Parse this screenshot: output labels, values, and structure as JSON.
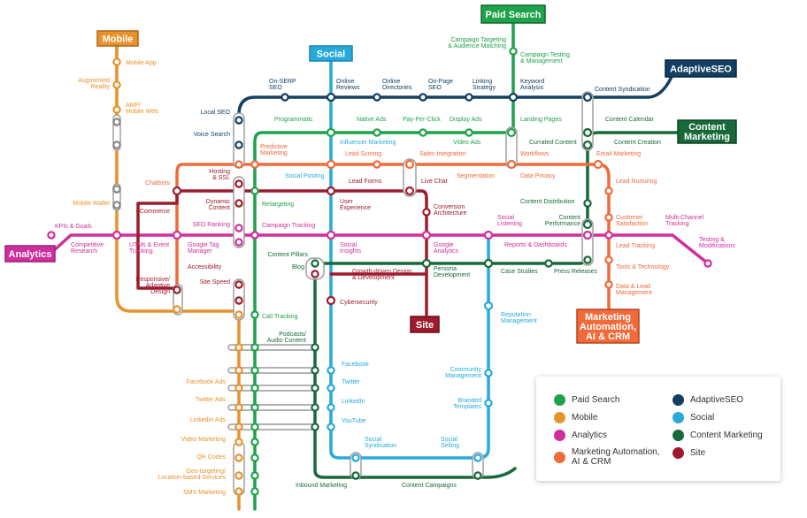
{
  "colors": {
    "paid_search": "#1fa24a",
    "mobile": "#e8922c",
    "analytics": "#cf2f9c",
    "marketing_automation": "#f06a3a",
    "adaptive_seo": "#123f63",
    "social": "#27a9dc",
    "content_marketing": "#18693a",
    "site": "#9e1b2d"
  },
  "terminals": {
    "paid_search": "Paid Search",
    "mobile": "Mobile",
    "social": "Social",
    "adaptive_seo": "AdaptiveSEO",
    "content_marketing": [
      "Content",
      "Marketing"
    ],
    "analytics": "Analytics",
    "site": "Site",
    "marketing_automation": [
      "Marketing",
      "Automation,",
      "AI & CRM"
    ]
  },
  "stations": {
    "campaign_targeting": [
      "Campaign Targeting",
      "& Audience Matching"
    ],
    "campaign_testing": [
      "Campaign Testing",
      "& Management"
    ],
    "mobile_app": "Mobile App",
    "augmented_reality": [
      "Augmented",
      "Reality"
    ],
    "amp": [
      "AMP/",
      "Mobile Web"
    ],
    "on_serp_seo": [
      "On-SERP",
      "SEO"
    ],
    "online_reviews": [
      "Online",
      "Reviews"
    ],
    "online_directories": [
      "Online",
      "Directories"
    ],
    "on_page_seo": [
      "On-Page",
      "SEO"
    ],
    "linking_strategy": [
      "Linking",
      "Strategy"
    ],
    "keyword_analysis": [
      "Keyword",
      "Analysis"
    ],
    "content_syndication": "Content Syndication",
    "local_seo": "Local SEO",
    "voice_search": "Voice Search",
    "programmatic": "Programmatic",
    "native_ads": "Native Ads",
    "pay_per_click": "Pay-Per-Click",
    "display_ads": "Display Ads",
    "landing_pages": "Landing Pages",
    "content_calendar": "Content Calendar",
    "influencer_marketing": "Influencer Marketing",
    "video_ads": "Video Ads",
    "curated_content": "Currated Content",
    "content_creation": "Content Creation",
    "predictive_marketing": [
      "Predictive",
      "Marketing"
    ],
    "lead_scoring": "Lead Scoring",
    "sales_integration": "Sales Integration",
    "workflows": "Workflows",
    "email_marketing": "Email Marketing",
    "hosting_ssl": [
      "Hosting",
      "& SSL"
    ],
    "social_posting": "Social Posting",
    "segmentation": "Segmentation",
    "data_privacy": "Data Privacy",
    "chatbots": "Chatbots",
    "lead_forms": "Lead Forms",
    "live_chat": "Live Chat",
    "lead_nurturing": "Lead Nurturing",
    "content_distribution": "Content Distribution",
    "mobile_wallet": "Mobile Wallet",
    "ecommerce": "eCommerce",
    "dynamic_content": [
      "Dynamic",
      "Content"
    ],
    "retargeting": "Retargeting",
    "user_experience": [
      "User",
      "Experience"
    ],
    "conversion_architecture": [
      "Conversion",
      "Architecture"
    ],
    "content_performance": [
      "Content",
      "Performance"
    ],
    "customer_satisfaction": [
      "Customer",
      "Satisfaction"
    ],
    "multi_channel_tracking": [
      "Multi-Channel",
      "Tracking"
    ],
    "kpis_goals": "KPIs & Goals",
    "seo_ranking": "SEO Ranking",
    "campaign_tracking": "Campaign Tracking",
    "social_listening": [
      "Social",
      "Listening"
    ],
    "competitive_research": [
      "Competitive",
      "Research"
    ],
    "utms_event_tracking": [
      "UTMs & Event",
      "Tracking"
    ],
    "google_tag_manager": [
      "Google Tag",
      "Manager"
    ],
    "social_insights": [
      "Social",
      "Insights"
    ],
    "google_analytics": [
      "Google",
      "Analytics"
    ],
    "reports_dashboards": "Reports & Dashboards",
    "lead_tracking": "Lead Tracking",
    "testing_modifications": [
      "Testing &",
      "Modifications"
    ],
    "accessibility": "Accessibility",
    "content_pillars": "Content Pillars",
    "tools_technology": "Tools & Technology",
    "blog": "Blog",
    "growth_driven_design": [
      "Growth-driven Design",
      "& Development"
    ],
    "persona_development": [
      "Persona",
      "Development"
    ],
    "case_studies": "Case Studies",
    "press_releases": "Press Releases",
    "responsive_design": [
      "Responsive/",
      "Adaptive",
      "Design"
    ],
    "site_speed": "Site Speed",
    "data_lead_management": [
      "Data & Lead",
      "Management"
    ],
    "cybersecurity": "Cybersecurity",
    "reputation_management": [
      "Reputation",
      "Management"
    ],
    "call_tracking": "Call Tracking",
    "podcasts": [
      "Podcasts/",
      "Audio Content"
    ],
    "facebook": "Facebook",
    "community_management": [
      "Community",
      "Management"
    ],
    "facebook_ads": "Facebook Ads",
    "twitter": "Twitter",
    "twitter_ads": "Twitter Ads",
    "branded_templates": [
      "Branded",
      "Templates"
    ],
    "linkedin": "LinkedIn",
    "linkedin_ads": "LinkedIn Ads",
    "youtube": "YouTube",
    "video_marketing": "Video Marketing",
    "social_syndication": [
      "Social",
      "Syndication"
    ],
    "social_selling": [
      "Social",
      "Selling"
    ],
    "qr_codes": "QR Codes",
    "geo_targeting": [
      "Geo-targeting/",
      "Location-based Services"
    ],
    "inbound_marketing": "Inbound Marketing",
    "content_campaigns": "Content Campaigns",
    "sms_marketing": "SMS Marketing"
  },
  "legend": [
    {
      "label": "Paid Search",
      "color": "#1fa24a"
    },
    {
      "label": "AdaptiveSEO",
      "color": "#123f63"
    },
    {
      "label": "Mobile",
      "color": "#e8922c"
    },
    {
      "label": "Social",
      "color": "#27a9dc"
    },
    {
      "label": "Analytics",
      "color": "#cf2f9c"
    },
    {
      "label": "Content Marketing",
      "color": "#18693a"
    },
    {
      "label": "Marketing Automation, AI & CRM",
      "color": "#f06a3a"
    },
    {
      "label": "Site",
      "color": "#9e1b2d"
    }
  ]
}
